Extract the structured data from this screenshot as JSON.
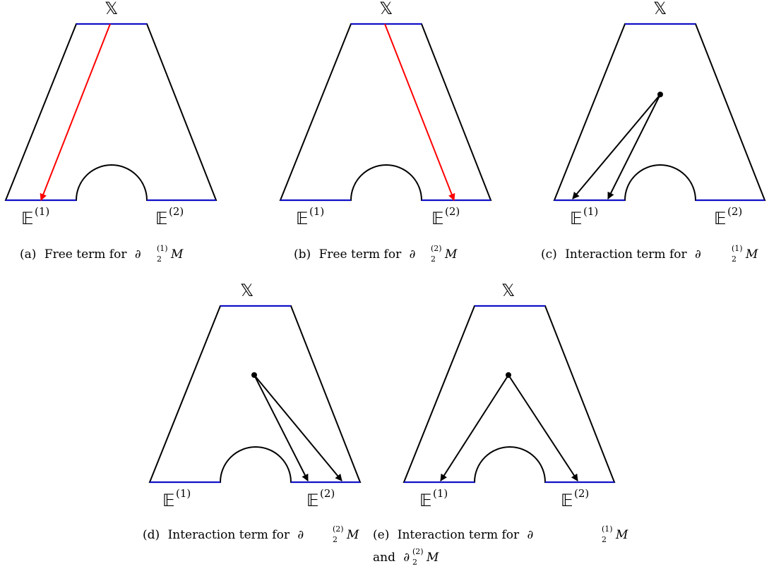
{
  "labels": {
    "top_boundary": "𝕏",
    "bottom_left_boundary": "𝔼",
    "bottom_right_boundary": "𝔼",
    "superscript_1": "(1)",
    "superscript_2": "(2)"
  },
  "colors": {
    "outline": "#000000",
    "boundary": "#1010c8",
    "free_arrow": "#ff0000",
    "interaction_arrow": "#000000"
  },
  "panels": [
    {
      "id": "a",
      "caption_prefix": "(a)",
      "caption_text": "Free term for",
      "caption_math": "∂",
      "caption_sub": "2",
      "caption_sup": "(1)",
      "caption_tail": "M",
      "arrow_type": "free",
      "arrow_target": "𝔼(1)"
    },
    {
      "id": "b",
      "caption_prefix": "(b)",
      "caption_text": "Free term for",
      "caption_math": "∂",
      "caption_sub": "2",
      "caption_sup": "(2)",
      "caption_tail": "M",
      "arrow_type": "free",
      "arrow_target": "𝔼(2)"
    },
    {
      "id": "c",
      "caption_prefix": "(c)",
      "caption_text": "Interaction term for",
      "caption_math": "∂",
      "caption_sub": "2",
      "caption_sup": "(1)",
      "caption_tail": "M",
      "arrow_type": "interaction",
      "arrow_target": "𝔼(1)"
    },
    {
      "id": "d",
      "caption_prefix": "(d)",
      "caption_text": "Interaction term for",
      "caption_math": "∂",
      "caption_sub": "2",
      "caption_sup": "(2)",
      "caption_tail": "M",
      "arrow_type": "interaction",
      "arrow_target": "𝔼(2)"
    },
    {
      "id": "e",
      "caption_prefix": "(e)",
      "caption_text": "Interaction term for",
      "caption_math": "∂",
      "caption_sub": "2",
      "caption_sup": "(1)",
      "caption_tail": "M",
      "caption_line2_text": "and",
      "caption_line2_math": "∂",
      "caption_line2_sub": "2",
      "caption_line2_sup": "(2)",
      "caption_line2_tail": "M",
      "arrow_type": "interaction",
      "arrow_target": "𝔼(1) and 𝔼(2)"
    }
  ]
}
